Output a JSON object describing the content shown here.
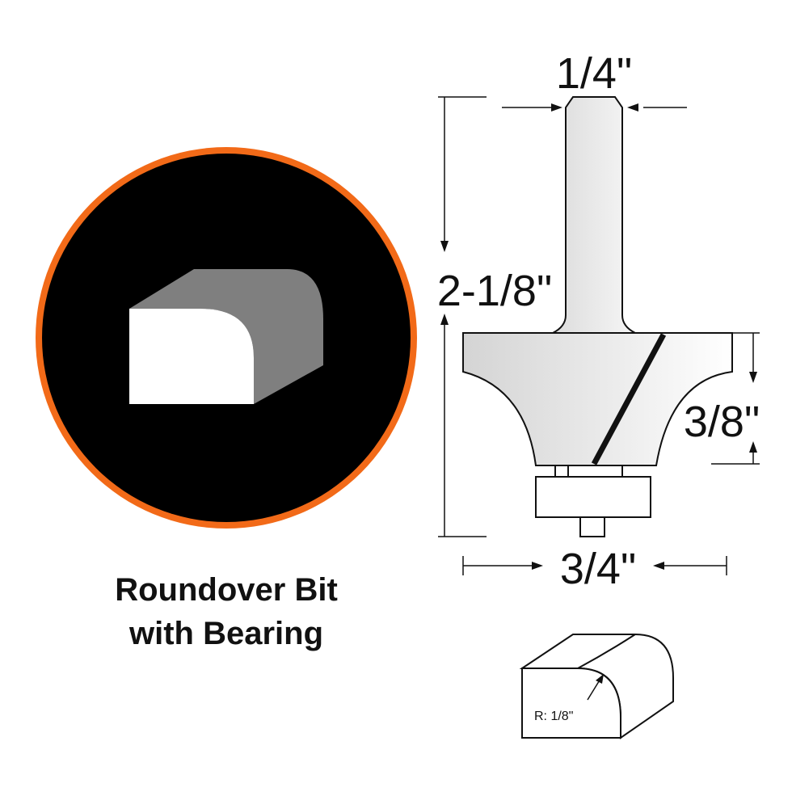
{
  "caption": {
    "line1": "Roundover Bit",
    "line2": "with Bearing"
  },
  "dimensions": {
    "shank": "1/4\"",
    "overall_length": "2-1/8\"",
    "cut_height": "3/8\"",
    "cut_diameter": "3/4\""
  },
  "profile": {
    "radius": "R: 1/8\""
  },
  "colors": {
    "accent_ring": "#f26a18",
    "badge_bg": "#000000",
    "block_face": "#ffffff",
    "block_top": "#7f7f7f",
    "ink": "#111111"
  }
}
